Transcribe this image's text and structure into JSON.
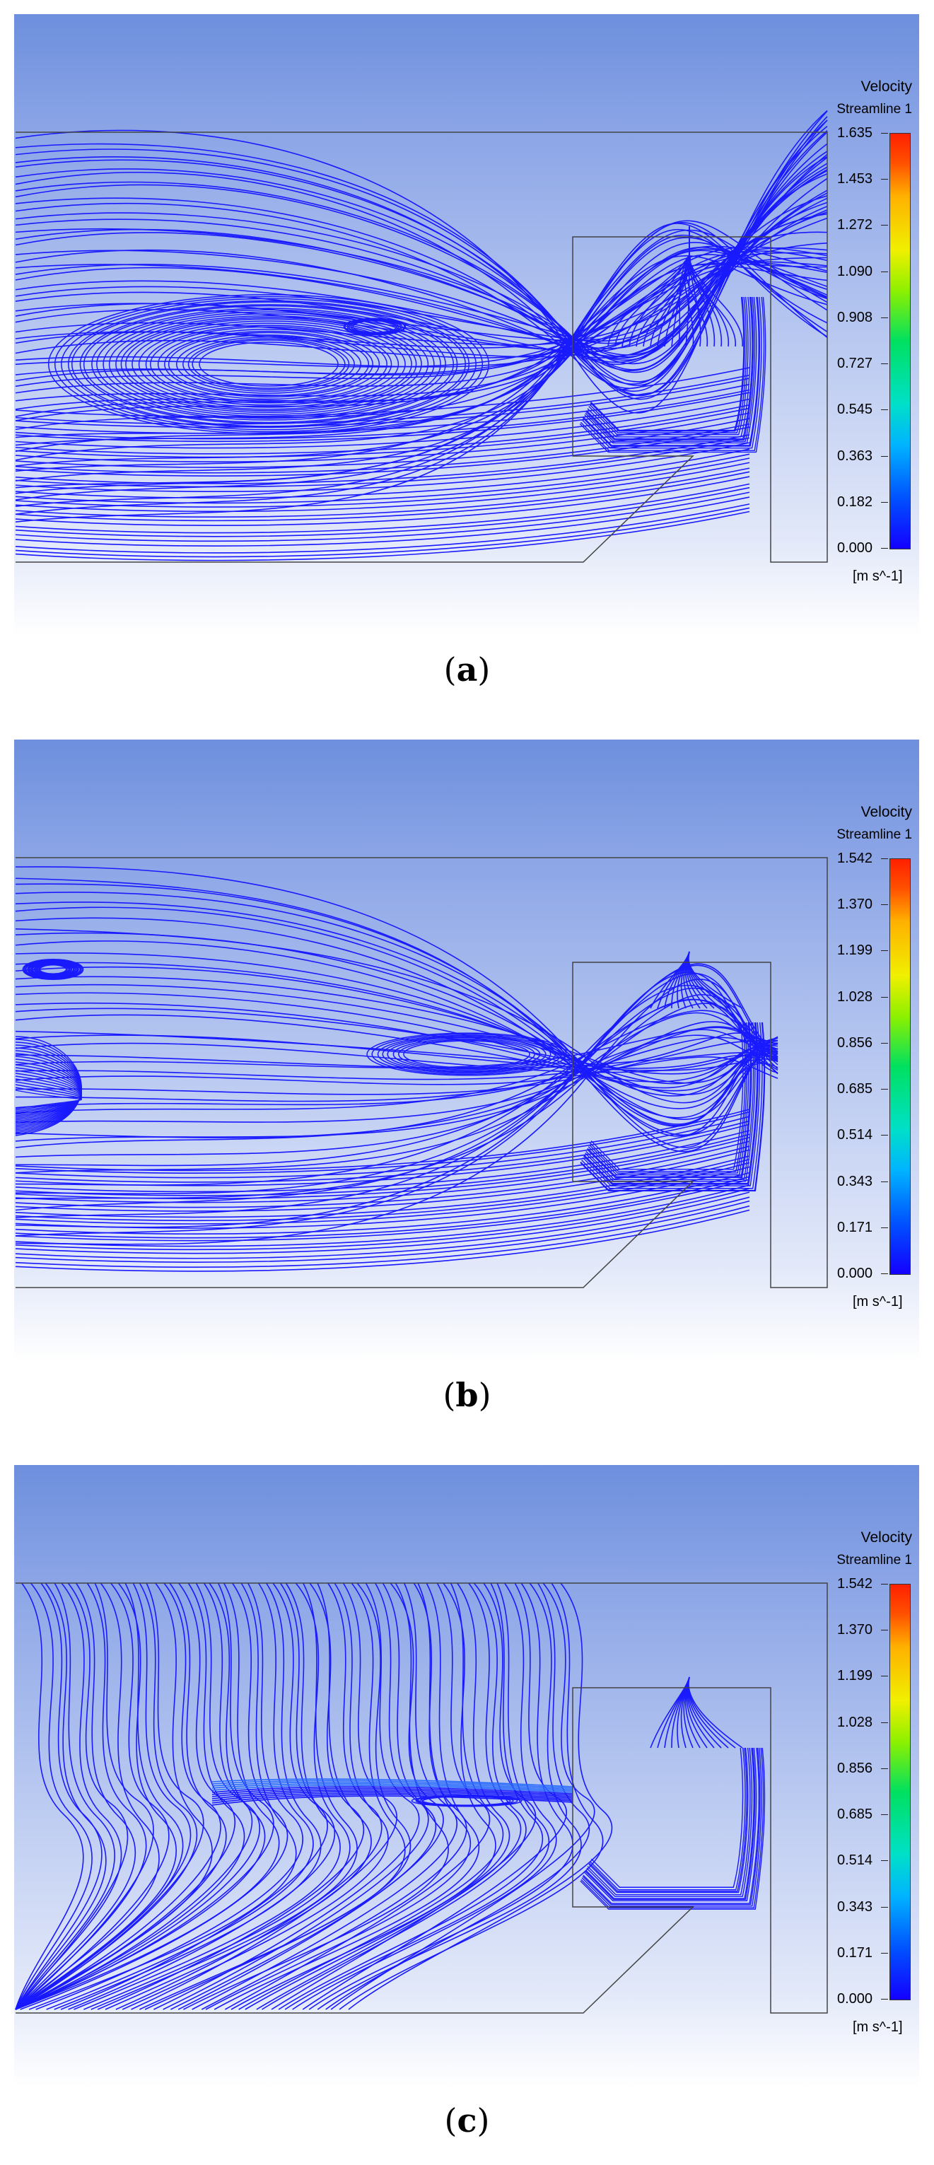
{
  "panels": [
    {
      "legend_title": "Velocity",
      "legend_subtitle": "Streamline 1",
      "ticks": [
        "1.635",
        "1.453",
        "1.272",
        "1.090",
        "0.908",
        "0.727",
        "0.545",
        "0.363",
        "0.182",
        "0.000"
      ],
      "unit": "[m s^-1]",
      "caption_open": "(",
      "caption_letter": "a",
      "caption_close": ")"
    },
    {
      "legend_title": "Velocity",
      "legend_subtitle": "Streamline 1",
      "ticks": [
        "1.542",
        "1.370",
        "1.199",
        "1.028",
        "0.856",
        "0.685",
        "0.514",
        "0.343",
        "0.171",
        "0.000"
      ],
      "unit": "[m s^-1]",
      "caption_open": "(",
      "caption_letter": "b",
      "caption_close": ")"
    },
    {
      "legend_title": "Velocity",
      "legend_subtitle": "Streamline 1",
      "ticks": [
        "1.542",
        "1.370",
        "1.199",
        "1.028",
        "0.856",
        "0.685",
        "0.514",
        "0.343",
        "0.171",
        "0.000"
      ],
      "unit": "[m s^-1]",
      "caption_open": "(",
      "caption_letter": "c",
      "caption_close": ")"
    }
  ],
  "colors": {
    "streamline": "#1a1aff",
    "streamline_fast": "#2a6bff",
    "domain_outline": "#555555"
  }
}
